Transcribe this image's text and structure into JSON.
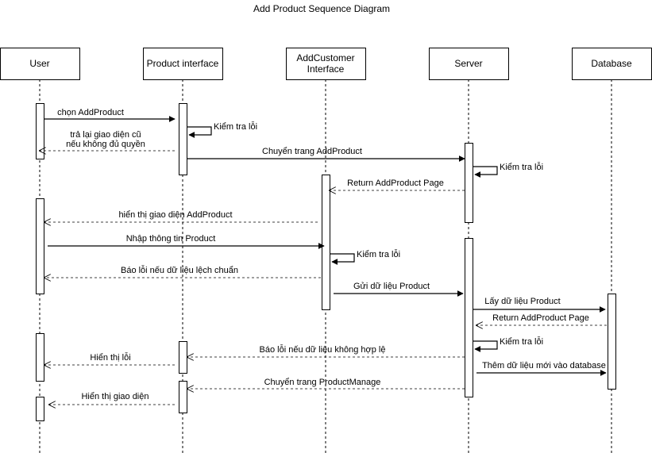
{
  "title": "Add Product Sequence Diagram",
  "participants": [
    {
      "id": "user",
      "label": [
        "User"
      ]
    },
    {
      "id": "product_interface",
      "label": [
        "Product interface"
      ]
    },
    {
      "id": "addcustomer_interface",
      "label": [
        "AddCustomer",
        "Interface"
      ]
    },
    {
      "id": "server",
      "label": [
        "Server"
      ]
    },
    {
      "id": "database",
      "label": [
        "Database"
      ]
    }
  ],
  "messages": [
    {
      "from": "user",
      "to": "product_interface",
      "kind": "sync",
      "label": [
        "chọn AddProduct"
      ]
    },
    {
      "from": "product_interface",
      "to": "product_interface",
      "kind": "self",
      "label": [
        "Kiểm tra lỗi"
      ]
    },
    {
      "from": "product_interface",
      "to": "user",
      "kind": "return",
      "label": [
        "trả lại giao diện cũ",
        "nếu không đủ quyền"
      ]
    },
    {
      "from": "product_interface",
      "to": "server",
      "kind": "sync",
      "label": [
        "Chuyển trang AddProduct"
      ]
    },
    {
      "from": "server",
      "to": "server",
      "kind": "self",
      "label": [
        "Kiểm tra lỗi"
      ]
    },
    {
      "from": "server",
      "to": "addcustomer_interface",
      "kind": "return",
      "label": [
        "Return AddProduct Page"
      ]
    },
    {
      "from": "addcustomer_interface",
      "to": "user",
      "kind": "return",
      "label": [
        "hiển thị giao diện AddProduct"
      ]
    },
    {
      "from": "user",
      "to": "addcustomer_interface",
      "kind": "sync",
      "label": [
        "Nhập thông tin Product"
      ]
    },
    {
      "from": "addcustomer_interface",
      "to": "addcustomer_interface",
      "kind": "self",
      "label": [
        "Kiểm tra lỗi"
      ]
    },
    {
      "from": "addcustomer_interface",
      "to": "user",
      "kind": "return",
      "label": [
        "Báo lỗi nếu dữ liệu lệch chuẩn"
      ]
    },
    {
      "from": "addcustomer_interface",
      "to": "server",
      "kind": "sync",
      "label": [
        "Gửi dữ liệu Product"
      ]
    },
    {
      "from": "server",
      "to": "database",
      "kind": "sync",
      "label": [
        "Lấy dữ liệu Product"
      ]
    },
    {
      "from": "database",
      "to": "server",
      "kind": "return",
      "label": [
        "Return AddProduct Page"
      ]
    },
    {
      "from": "server",
      "to": "server",
      "kind": "self",
      "label": [
        "Kiểm tra lỗi"
      ]
    },
    {
      "from": "server",
      "to": "database",
      "kind": "sync",
      "label": [
        "Thêm dữ liệu mới vào database"
      ]
    },
    {
      "from": "server",
      "to": "product_interface",
      "kind": "return",
      "label": [
        "Báo lỗi nếu dữ liệu không hợp lệ"
      ]
    },
    {
      "from": "product_interface",
      "to": "user",
      "kind": "return",
      "label": [
        "Hiển thị lỗi"
      ]
    },
    {
      "from": "server",
      "to": "product_interface",
      "kind": "return",
      "label": [
        "Chuyển trang ProductManage"
      ]
    },
    {
      "from": "product_interface",
      "to": "user",
      "kind": "return",
      "label": [
        "Hiển thị giao diện"
      ]
    }
  ]
}
